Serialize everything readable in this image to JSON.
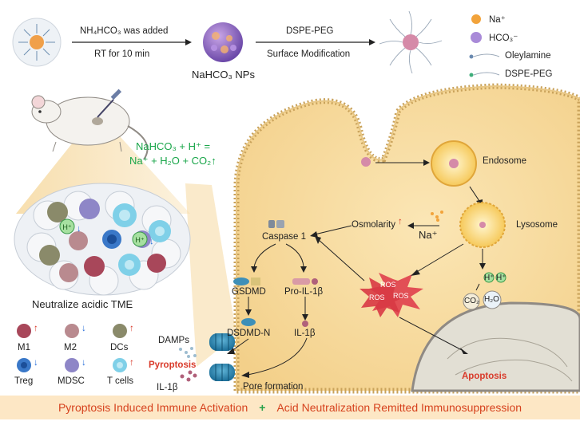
{
  "synthesis": {
    "step1_top": "NH₄HCO₃ was added",
    "step1_bottom": "RT for 10 min",
    "np_label": "NaHCO₃ NPs",
    "step2_top": "DSPE-PEG",
    "step2_bottom": "Surface Modification"
  },
  "legend_top": {
    "na": "Na⁺",
    "hco3": "HCO₃⁻",
    "oleylamine": "Oleylamine",
    "dspe_peg": "DSPE-PEG"
  },
  "reaction": {
    "line1": "NaHCO₃ + H⁺ =",
    "line2": "Na⁺ + H₂O + CO₂↑"
  },
  "tme": {
    "h_label": "H⁺",
    "caption": "Neutralize acidic TME"
  },
  "cells_legend": [
    {
      "label": "M1",
      "arrow": "↑",
      "arrow_color": "#d93a2a",
      "color": "#a8475a"
    },
    {
      "label": "M2",
      "arrow": "↓",
      "arrow_color": "#2a6fd9",
      "color": "#b98a8f"
    },
    {
      "label": "DCs",
      "arrow": "↑",
      "arrow_color": "#d93a2a",
      "color": "#8a8a6a"
    },
    {
      "label": "Treg",
      "arrow": "↓",
      "arrow_color": "#2a6fd9",
      "color": "#3a78c8"
    },
    {
      "label": "MDSC",
      "arrow": "↓",
      "arrow_color": "#2a6fd9",
      "color": "#8e86c7"
    },
    {
      "label": "T cells",
      "arrow": "↑",
      "arrow_color": "#d93a2a",
      "color": "#7fd0e8"
    }
  ],
  "cell": {
    "endosome": "Endosome",
    "lysosome": "Lysosome",
    "osmolarity": "Osmolarity",
    "na": "Na⁺",
    "caspase": "Caspase 1",
    "gsdmd": "GSDMD",
    "pro_il": "Pro-IL-1β",
    "gsdmd_n": "DSDMD-N",
    "il": "IL-1β",
    "ros": "ROS",
    "h_plus": "H⁺",
    "co2": "CO₂",
    "h2o": "H₂O",
    "damps": "DAMPs",
    "pyroptosis": "Pyroptosis",
    "il_out": "IL-1β",
    "pore": "Pore formation",
    "apoptosis": "Apoptosis"
  },
  "banner": {
    "left": "Pyroptosis Induced Immune Activation",
    "plus": "+",
    "right": "Acid Neutralization Remitted Immunosuppression"
  },
  "colors": {
    "cytoplasm": "#f8dfa3",
    "membrane": "#c9a25a",
    "green": "#1aa64a",
    "red": "#d93a2a",
    "banner_bg": "#fde7c5"
  }
}
